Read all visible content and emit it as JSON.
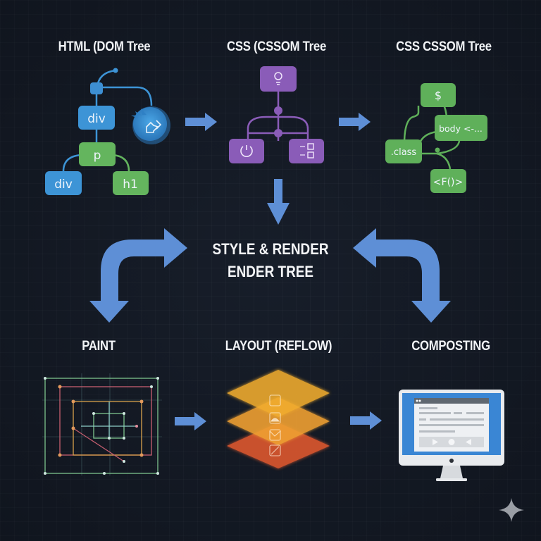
{
  "headings": {
    "html_dom": "HTML (DOM Tree",
    "css_cssom_1": "CSS  (CSSOM Tree",
    "css_cssom_2": "CSS CSSOM Tree",
    "paint": "PAINT",
    "layout": "LAYOUT (REFLOW)",
    "compositing": "COMPOSTING"
  },
  "center": {
    "line1": "STYLE & RENDER",
    "line2": "ENDER TREE"
  },
  "dom_tree": {
    "nodes": [
      {
        "label": "div",
        "color": "#3d94d6"
      },
      {
        "label": "p",
        "color": "#64b55e"
      },
      {
        "label": "div",
        "color": "#3d94d6"
      },
      {
        "label": "h1",
        "color": "#64b55e"
      }
    ],
    "badge_icon": "code-arrow-icon"
  },
  "cssom_tree_1": {
    "color": "#8a5cb8",
    "nodes": [
      {
        "icon": "lightbulb-icon"
      },
      {
        "icon": "power-icon"
      },
      {
        "icon": "layout-grid-icon"
      }
    ]
  },
  "cssom_tree_2": {
    "color": "#5fb05a",
    "nodes": [
      {
        "label": "$"
      },
      {
        "label": "body <-..."
      },
      {
        "label": ".class"
      },
      {
        "label": "<F()>"
      }
    ]
  },
  "layout_layers": {
    "colors": [
      "#f2a92e",
      "#efa032",
      "#d9562f"
    ],
    "icons": [
      "puzzle-icon",
      "image-icon",
      "mail-icon",
      "broken-image-icon"
    ]
  },
  "monitor": {
    "screen_color": "#3a86d4",
    "controls": [
      "play-icon",
      "record-icon",
      "back-icon"
    ]
  },
  "colors": {
    "arrow": "#5e8fd6",
    "background": "#151b26",
    "text": "#f1f3f6"
  },
  "sparkle_icon": "sparkle-icon"
}
